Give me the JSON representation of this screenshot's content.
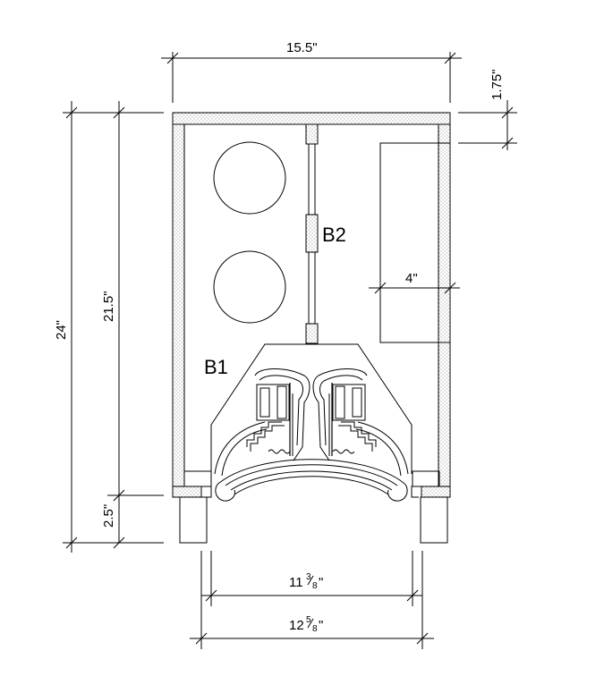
{
  "dimensions": {
    "width_top": "15.5\"",
    "top_thickness": "1.75\"",
    "height_total": "24\"",
    "height_inner": "21.5\"",
    "base_height": "2.5\"",
    "shelf_offset": "4\"",
    "opening_inner": {
      "whole": "11",
      "num": "3",
      "den": "8",
      "unit": "\""
    },
    "opening_outer": {
      "whole": "12",
      "num": "5",
      "den": "8",
      "unit": "\""
    }
  },
  "labels": {
    "b1": "B1",
    "b2": "B2"
  }
}
